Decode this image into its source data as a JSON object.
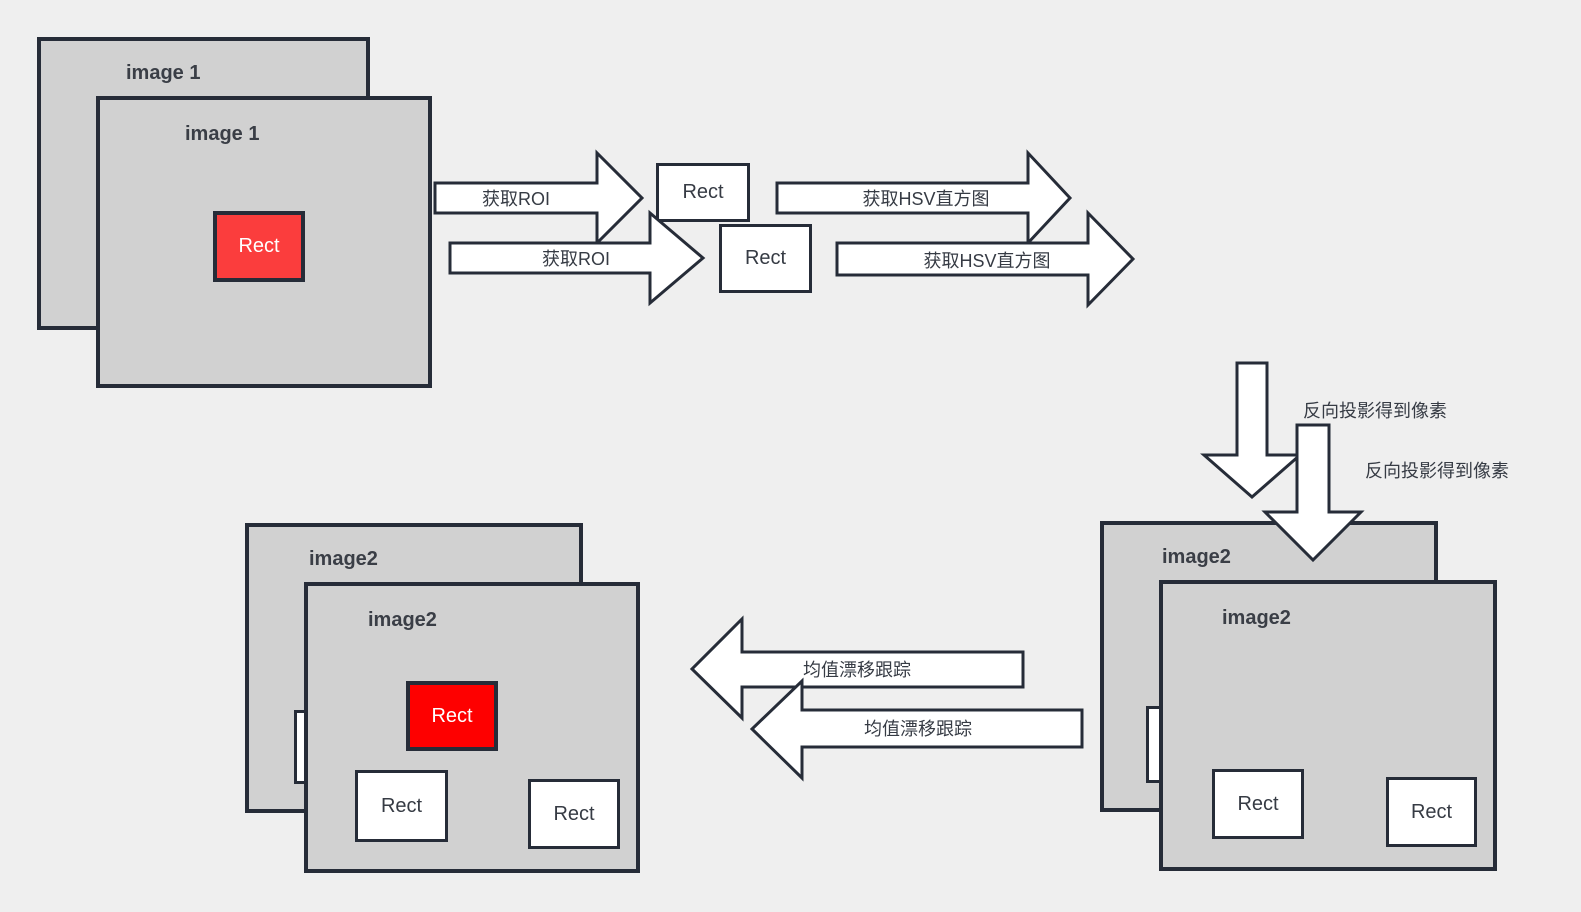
{
  "colors": {
    "background": "#efefef",
    "frame_fill": "#d1d1d1",
    "outline": "#262c38",
    "rect_fill": "#ffffff",
    "red_soft": "#fb3d3d",
    "red_pure": "#fe0000",
    "text_dark": "#363b44"
  },
  "frame1": {
    "back_label": "image 1",
    "front_label": "image 1",
    "roi_rect": "Rect"
  },
  "middle_rects": {
    "rect1": "Rect",
    "rect2": "Rect"
  },
  "arrows": {
    "get_roi_1": "获取ROI",
    "get_roi_2": "获取ROI",
    "get_hsv_1": "获取HSV直方图",
    "get_hsv_2": "获取HSV直方图",
    "backproject_1": "反向投影得到像素",
    "backproject_2": "反向投影得到像素",
    "meanshift_1": "均值漂移跟踪",
    "meanshift_2": "均值漂移跟踪"
  },
  "frame2_source": {
    "back_label": "image2",
    "front_label": "image2",
    "rect1": "Rect",
    "rect2": "Rect"
  },
  "frame2_result": {
    "back_label": "image2",
    "front_label": "image2",
    "red_rect": "Rect",
    "rect1": "Rect",
    "rect2": "Rect"
  }
}
